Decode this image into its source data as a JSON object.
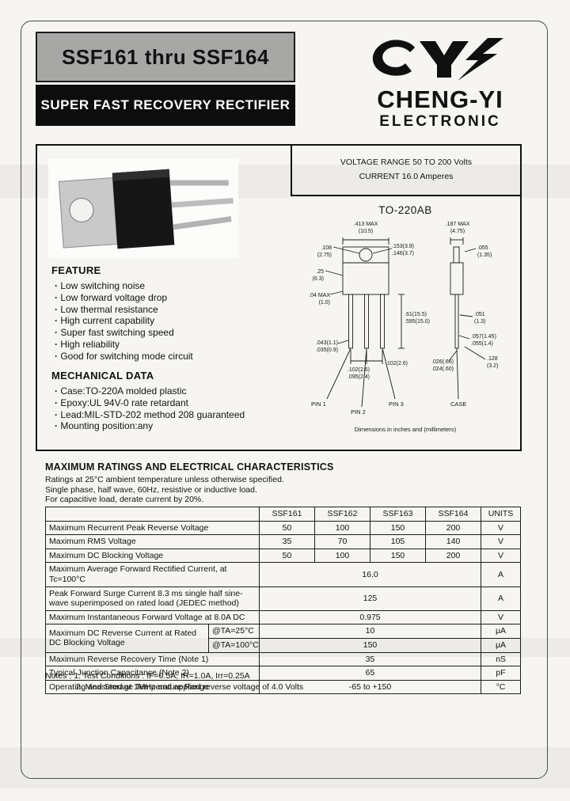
{
  "colors": {
    "title_box_bg": "#a7a7a5",
    "banner_bg": "#0d0d0d",
    "page_bg": "#f6f5f1",
    "ink": "#121212"
  },
  "header": {
    "part_range": "SSF161 thru SSF164",
    "banner": "SUPER FAST RECOVERY RECTIFIER",
    "brand_name": "CHENG-YI",
    "brand_sub": "ELECTRONIC",
    "logo_icon": "cheng-yi-logo"
  },
  "overview": {
    "voltage_range": "VOLTAGE RANGE 50 TO 200 Volts",
    "current": "CURRENT 16.0 Amperes"
  },
  "features": {
    "title": "FEATURE",
    "items": [
      "Low switching noise",
      "Low forward voltage drop",
      "Low thermal resistance",
      "High current capability",
      "Super fast switching speed",
      "High reliability",
      "Good for switching mode circuit"
    ]
  },
  "mechanical": {
    "title": "MECHANICAL DATA",
    "items": [
      "Case:TO-220A molded plastic",
      "Epoxy:UL 94V-0 rate retardant",
      "Lead:MIL-STD-202 method 208 guaranteed",
      "Mounting position:any"
    ]
  },
  "package": {
    "name": "TO-220AB",
    "dimension_note": "Dimensions in inches and (millimeters)",
    "dimension_labels": [
      ".413 MAX\n(10.5)",
      ".153(3.9)\n.146(3.7)",
      ".187 MAX\n(4.75)",
      ".055\n(1.35)",
      ".108\n(2.75)",
      ".25\n(6.3)",
      ".61(15.5)\n.595(15.0)",
      ".04 MAX\n(1.0)",
      ".051\n(1.3)",
      ".057(1.45)\n.055(1.4)",
      ".043(1.1)\n.035(0.9)",
      ".102(2.6)\n.095(2.4)",
      ".102(2.6)",
      ".026(.66)\n.024(.60)",
      ".128\n(3.2)"
    ],
    "pin_labels": [
      "PIN 1",
      "PIN 2",
      "PIN 3",
      "CASE"
    ]
  },
  "ratings": {
    "title": "MAXIMUM RATINGS AND ELECTRICAL CHARACTERISTICS",
    "conditions": [
      "Ratings at 25°C ambient temperature unless otherwise specified.",
      "Single phase, half wave, 60Hz, resistive or inductive load.",
      "For capacitive load, derate current by 20%."
    ]
  },
  "table": {
    "part_headers": [
      "SSF161",
      "SSF162",
      "SSF163",
      "SSF164"
    ],
    "units_header": "UNITS",
    "rows": {
      "vrrm": {
        "param": "Maximum Recurrent Peak Reverse Voltage",
        "values": [
          "50",
          "100",
          "150",
          "200"
        ],
        "unit": "V"
      },
      "vrms": {
        "param": "Maximum RMS Voltage",
        "values": [
          "35",
          "70",
          "105",
          "140"
        ],
        "unit": "V"
      },
      "vdc": {
        "param": "Maximum DC Blocking Voltage",
        "values": [
          "50",
          "100",
          "150",
          "200"
        ],
        "unit": "V"
      },
      "if_avg": {
        "param": "Maximum Average Forward Rectified Current, at Tc=100°C",
        "value": "16.0",
        "unit": "A"
      },
      "ifsm": {
        "param": "Peak Forward Surge Current 8.3 ms single half sine-wave superimposed on rated load (JEDEC method)",
        "value": "125",
        "unit": "A"
      },
      "vf": {
        "param": "Maximum Instantaneous Forward Voltage at 8.0A DC",
        "value": "0.975",
        "unit": "V"
      },
      "ir": {
        "param": "Maximum DC Reverse Current at Rated DC Blocking Voltage",
        "cond_a": "@TA=25°C",
        "value_a": "10",
        "unit_a": "μA",
        "cond_b": "@TA=100°C",
        "value_b": "150",
        "unit_b": "μA"
      },
      "trr": {
        "param": "Maximum Reverse Recovery Time (Note 1)",
        "value": "35",
        "unit": "nS"
      },
      "cj": {
        "param": "Typical Junction Capacitance (Note 2)",
        "value": "65",
        "unit": "pF"
      },
      "tstg": {
        "param": "Operating and Storage Temperature Range",
        "value": "-65 to +150",
        "unit": "°C"
      }
    }
  },
  "footnotes": {
    "prefix": "Notes : ",
    "note1": "1. Test Conditions : IF=0.5A, IR=1.0A, Irr=0.25A",
    "note2": "2. Measured at 1MHz and applied reverse voltage of 4.0 Volts"
  }
}
